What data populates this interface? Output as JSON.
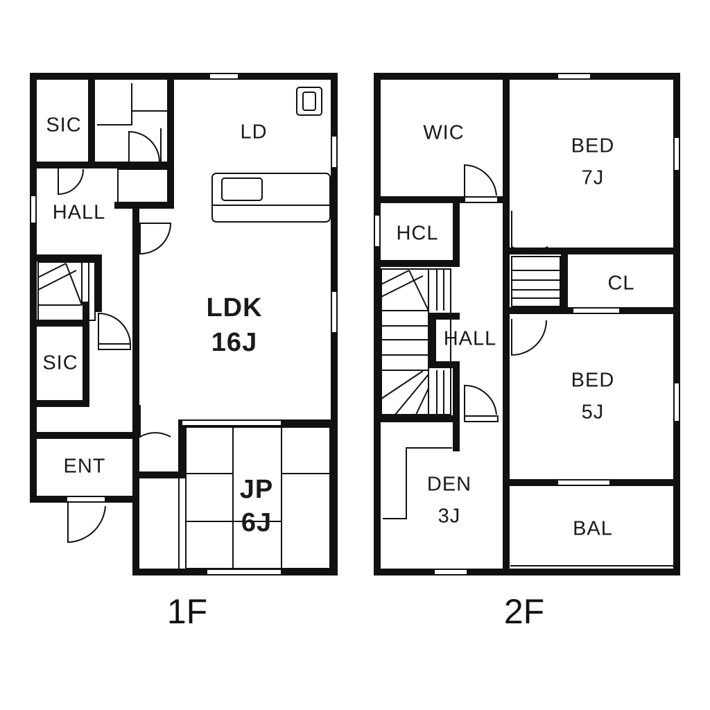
{
  "floor1": {
    "label": "1F",
    "rooms": {
      "sic_top": "SIC",
      "hall": "HALL",
      "ld": "LD",
      "ldk_name": "LDK",
      "ldk_size": "16J",
      "sic_bottom": "SIC",
      "ent": "ENT",
      "jp_name": "JP",
      "jp_size": "6J"
    }
  },
  "floor2": {
    "label": "2F",
    "rooms": {
      "wic": "WIC",
      "bed1_name": "BED",
      "bed1_size": "7J",
      "hcl": "HCL",
      "cl": "CL",
      "hall": "HALL",
      "bed2_name": "BED",
      "bed2_size": "5J",
      "den_name": "DEN",
      "den_size": "3J",
      "bal": "BAL"
    }
  }
}
